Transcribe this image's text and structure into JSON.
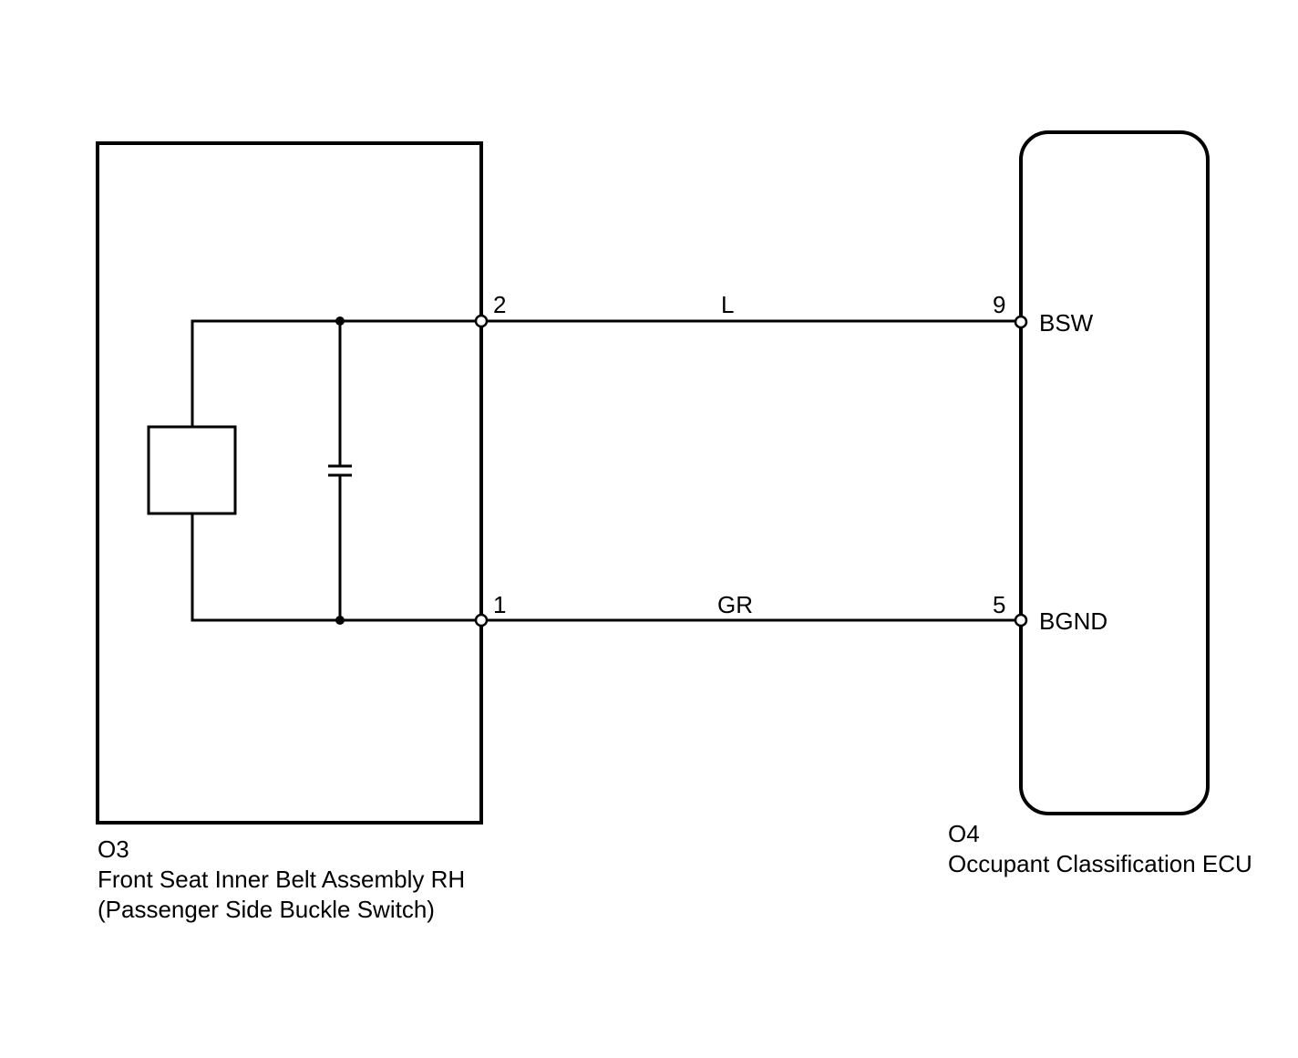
{
  "components": {
    "o3": {
      "code": "O3",
      "name": "Front Seat Inner Belt Assembly RH",
      "subtitle": "(Passenger Side Buckle Switch)"
    },
    "o4": {
      "code": "O4",
      "name": "Occupant Classification ECU"
    }
  },
  "wires": [
    {
      "from_pin": "2",
      "color": "L",
      "to_pin": "9",
      "terminal": "BSW"
    },
    {
      "from_pin": "1",
      "color": "GR",
      "to_pin": "5",
      "terminal": "BGND"
    }
  ]
}
